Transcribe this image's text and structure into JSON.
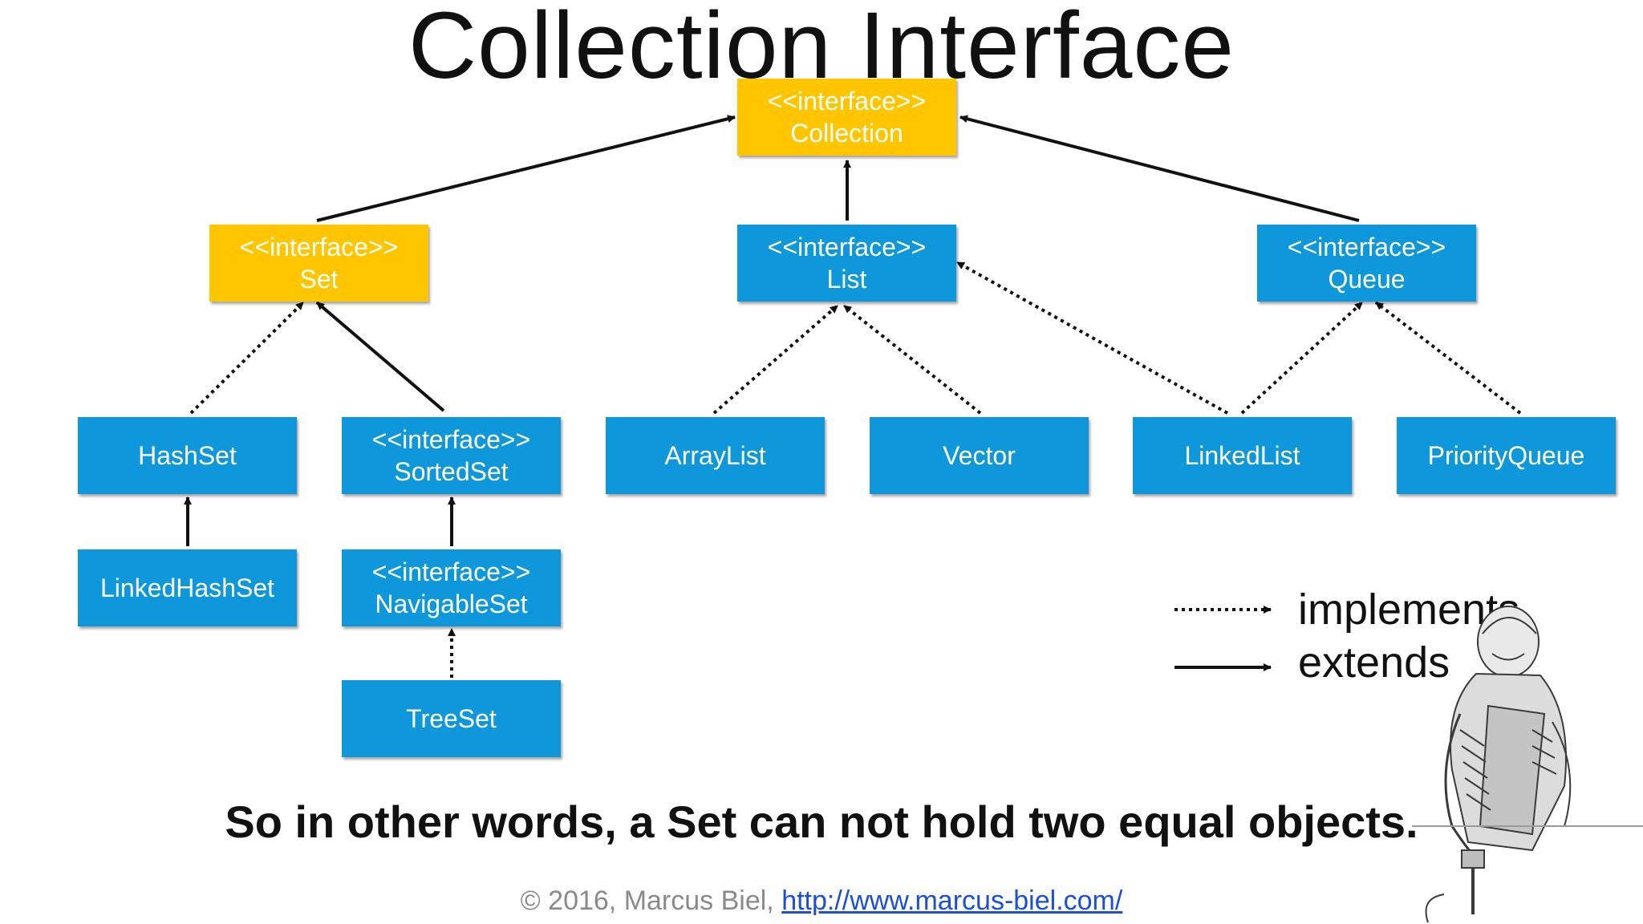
{
  "title": "Collection Interface",
  "nodes": {
    "collection": {
      "stereotype": "<<interface>>",
      "name": "Collection"
    },
    "set": {
      "stereotype": "<<interface>>",
      "name": "Set"
    },
    "list": {
      "stereotype": "<<interface>>",
      "name": "List"
    },
    "queue": {
      "stereotype": "<<interface>>",
      "name": "Queue"
    },
    "hashset": {
      "name": "HashSet"
    },
    "sortedset": {
      "stereotype": "<<interface>>",
      "name": "SortedSet"
    },
    "arraylist": {
      "name": "ArrayList"
    },
    "vector": {
      "name": "Vector"
    },
    "linkedlist": {
      "name": "LinkedList"
    },
    "priorityqueue": {
      "name": "PriorityQueue"
    },
    "linkedhashset": {
      "name": "LinkedHashSet"
    },
    "navigableset": {
      "stereotype": "<<interface>>",
      "name": "NavigableSet"
    },
    "treeset": {
      "name": "TreeSet"
    }
  },
  "edges": [
    {
      "from": "set",
      "to": "collection",
      "type": "extends"
    },
    {
      "from": "list",
      "to": "collection",
      "type": "extends"
    },
    {
      "from": "queue",
      "to": "collection",
      "type": "extends"
    },
    {
      "from": "hashset",
      "to": "set",
      "type": "implements"
    },
    {
      "from": "sortedset",
      "to": "set",
      "type": "extends"
    },
    {
      "from": "arraylist",
      "to": "list",
      "type": "implements"
    },
    {
      "from": "vector",
      "to": "list",
      "type": "implements"
    },
    {
      "from": "linkedlist",
      "to": "list",
      "type": "implements"
    },
    {
      "from": "linkedlist",
      "to": "queue",
      "type": "implements"
    },
    {
      "from": "priorityqueue",
      "to": "queue",
      "type": "implements"
    },
    {
      "from": "linkedhashset",
      "to": "hashset",
      "type": "extends"
    },
    {
      "from": "navigableset",
      "to": "sortedset",
      "type": "extends"
    },
    {
      "from": "treeset",
      "to": "navigableset",
      "type": "implements"
    }
  ],
  "legend": {
    "implements_label": "implements",
    "extends_label": "extends"
  },
  "sentence": "So in other words, a Set can not hold two equal objects.",
  "footer": {
    "copyright": "© 2016, Marcus Biel,",
    "url": "http://www.marcus-biel.com/"
  },
  "colors": {
    "interface_highlight": "#ffc600",
    "node_blue": "#0f97dc"
  }
}
